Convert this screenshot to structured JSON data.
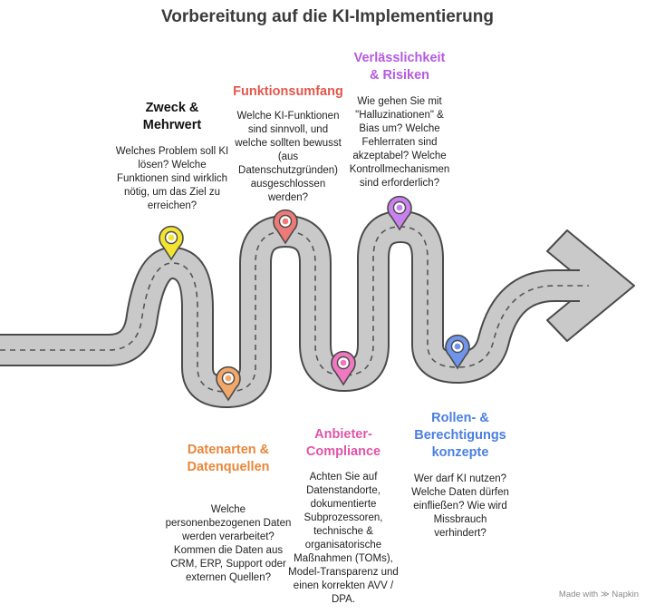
{
  "title": "Vorbereitung auf die KI-Implementierung",
  "colors": {
    "road": "#c9c9c9",
    "road_edge": "#4a4a4a",
    "lane": "#555555",
    "zweck": "#f2e431",
    "funktion": "#ee7a78",
    "risiken": "#c981ee",
    "datenarten": "#f2a86a",
    "anbieter": "#ef78c0",
    "rollen": "#6e95ea"
  },
  "steps": [
    {
      "id": "zweck",
      "heading": "Zweck & Mehrwert",
      "color": "#111111",
      "desc": "Welches Problem soll KI lösen? Welche Funktionen sind wirklich nötig, um das Ziel zu erreichen?"
    },
    {
      "id": "funktion",
      "heading": "Funktionsumfang",
      "color": "#e2574c",
      "desc": "Welche KI-Funktionen sind sinnvoll, und welche sollten bewusst (aus Datenschutzgründen) ausgeschlossen werden?"
    },
    {
      "id": "risiken",
      "heading": "Verlässlichkeit & Risiken",
      "color": "#b55ae0",
      "desc": "Wie gehen Sie mit \"Halluzinationen\" & Bias um? Welche Fehlerraten sind akzeptabel? Welche Kontrollmechanismen sind erforderlich?"
    },
    {
      "id": "datenarten",
      "heading": "Datenarten & Datenquellen",
      "color": "#e8873a",
      "desc": "Welche personenbezogenen Daten werden verarbeitet? Kommen die Daten aus CRM, ERP, Support oder externen Quellen?"
    },
    {
      "id": "anbieter",
      "heading": "Anbieter-Compliance",
      "color": "#e055a8",
      "desc": "Achten Sie auf Datenstandorte, dokumentierte Subprozessoren, technische & organisatorische Maßnahmen (TOMs), Model-Transparenz und einen korrekten AVV / DPA."
    },
    {
      "id": "rollen",
      "heading": "Rollen- & Berechtigungs konzepte",
      "color": "#4a7fe0",
      "desc": "Wer darf KI nutzen? Welche Daten dürfen einfließen? Wie wird Missbrauch verhindert?"
    }
  ],
  "footer": "Made with ≫ Napkin"
}
